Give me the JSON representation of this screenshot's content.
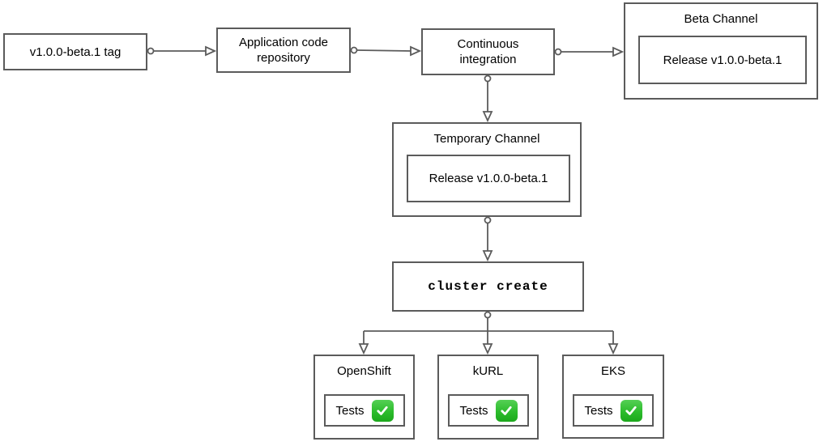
{
  "colors": {
    "stroke": "#5b5b5b",
    "background": "#ffffff",
    "text": "#000000",
    "check_green": "#2cbc2c"
  },
  "nodes": {
    "tag": {
      "label": "v1.0.0-beta.1 tag"
    },
    "repo": {
      "label": "Application code repository"
    },
    "ci": {
      "label": "Continuous integration"
    },
    "beta_channel": {
      "title": "Beta Channel",
      "release": "Release v1.0.0-beta.1"
    },
    "temp_channel": {
      "title": "Temporary Channel",
      "release": "Release v1.0.0-beta.1"
    },
    "cluster_create": {
      "label": "cluster create"
    },
    "openshift": {
      "title": "OpenShift",
      "tests_label": "Tests",
      "status_icon": "check-mark-button"
    },
    "kurl": {
      "title": "kURL",
      "tests_label": "Tests",
      "status_icon": "check-mark-button"
    },
    "eks": {
      "title": "EKS",
      "tests_label": "Tests",
      "status_icon": "check-mark-button"
    }
  },
  "edges": [
    {
      "from": "v1.0.0-beta.1 tag",
      "to": "Application code repository"
    },
    {
      "from": "Application code repository",
      "to": "Continuous integration"
    },
    {
      "from": "Continuous integration",
      "to": "Beta Channel"
    },
    {
      "from": "Continuous integration",
      "to": "Temporary Channel"
    },
    {
      "from": "Temporary Channel",
      "to": "cluster create"
    },
    {
      "from": "cluster create",
      "to": "OpenShift"
    },
    {
      "from": "cluster create",
      "to": "kURL"
    },
    {
      "from": "cluster create",
      "to": "EKS"
    }
  ]
}
